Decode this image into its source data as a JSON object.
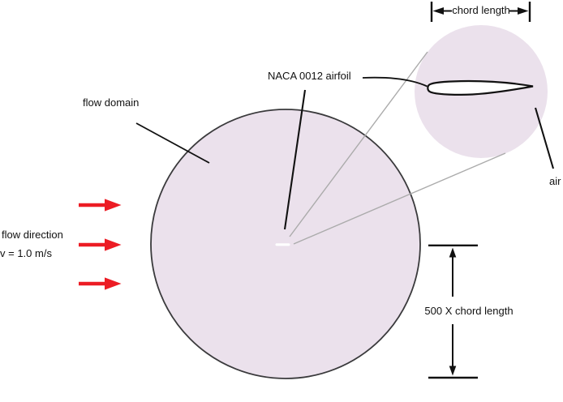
{
  "diagram": {
    "labels": {
      "flow_domain": "flow domain",
      "naca_airfoil": "NACA 0012 airfoil",
      "chord_length": "chord length",
      "air": "air",
      "flow_direction": "flow direction",
      "flow_velocity": "v = 1.0 m/s",
      "domain_radius": "500 X chord length"
    },
    "flow_arrow_count": 3,
    "colors": {
      "background": "#FFFFFF",
      "domain_fill": "#EBE1EC",
      "domain_outline": "#3A3A3C",
      "annotation": "#111111",
      "magnifier_line": "#ABABAB",
      "flow_arrow": "#EC1C24",
      "airfoil_fill": "#FFFFFF",
      "airfoil_outline": "#111111"
    }
  }
}
